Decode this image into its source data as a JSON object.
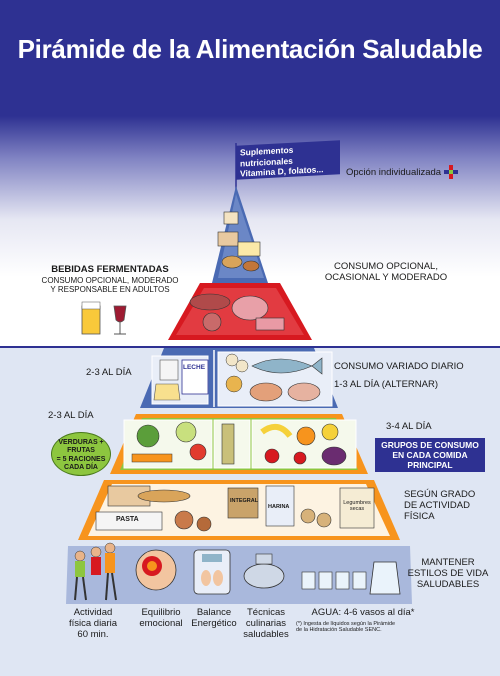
{
  "title": "Pirámide de la Alimentación Saludable",
  "top_flag": {
    "line1": "Suplementos nutricionales",
    "line2": "Vitamina D, folatos..."
  },
  "individual_option": "Opción individualizada",
  "fermented": {
    "title": "BEBIDAS FERMENTADAS",
    "line1": "CONSUMO OPCIONAL, MODERADO",
    "line2": "Y RESPONSABLE EN ADULTOS"
  },
  "optional": {
    "line1": "CONSUMO OPCIONAL,",
    "line2": "OCASIONAL Y MODERADO"
  },
  "protein": {
    "left": "2-3  AL DÍA",
    "right1": "CONSUMO VARIADO DIARIO",
    "right2": "1-3  AL DÍA (ALTERNAR)"
  },
  "dairy_label": "LECHE",
  "fruitveg": {
    "left": "2-3  AL DÍA",
    "right": "3-4  AL DÍA"
  },
  "veg_badge": {
    "line1": "VERDURAS +",
    "line2": "FRUTAS",
    "line3": "= 5 RACIONES",
    "line4": "CADA DÍA"
  },
  "groups_box": {
    "line1": "GRUPOS DE CONSUMO",
    "line2": "EN CADA COMIDA",
    "line3": "PRINCIPAL"
  },
  "cereals": {
    "line1": "SEGÚN GRADO",
    "line2": "DE ACTIVIDAD",
    "line3": "FÍSICA"
  },
  "package_labels": {
    "integral": "INTEGRAL",
    "harina": "HARINA",
    "legumbres": "Legumbres secas",
    "pasta": "PASTA"
  },
  "base": {
    "line1": "MANTENER",
    "line2": "ESTILOS DE VIDA",
    "line3": "SALUDABLES"
  },
  "base_items": [
    {
      "line1": "Actividad",
      "line2": "física diaria",
      "line3": "60 min."
    },
    {
      "line1": "Equilibrio",
      "line2": "emocional",
      "line3": ""
    },
    {
      "line1": "Balance",
      "line2": "Energético",
      "line3": ""
    },
    {
      "line1": "Técnicas",
      "line2": "culinarias",
      "line3": "saludables"
    }
  ],
  "water": {
    "text": "AGUA: 4-6 vasos al día*",
    "note1": "(*) Ingesta de líquidos según la Pirámide",
    "note2": "de la Hidratación Saludable SENC."
  },
  "colors": {
    "navy": "#2e3192",
    "red": "#d71920",
    "blue": "#4a6ab3",
    "orange": "#f7941d",
    "green": "#8dc63f"
  }
}
